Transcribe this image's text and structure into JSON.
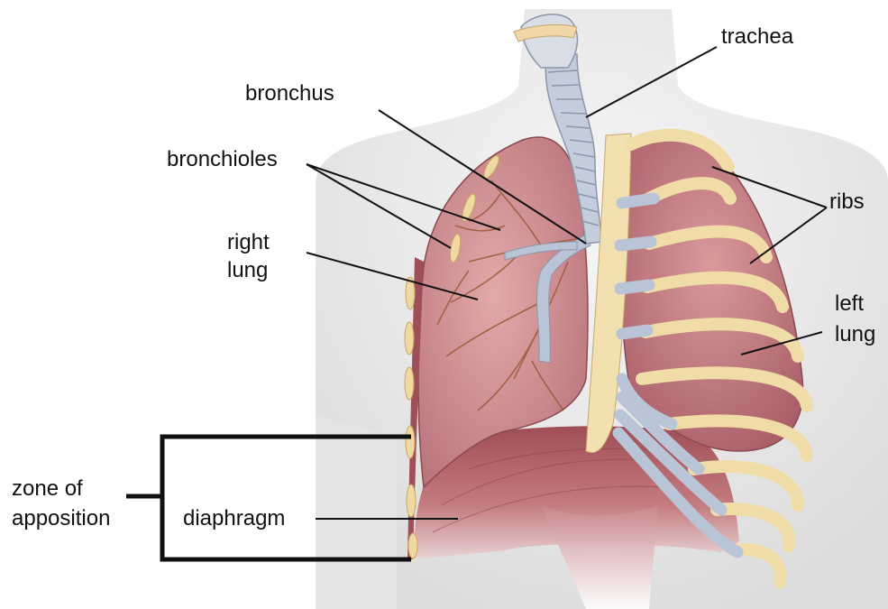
{
  "labels": {
    "trachea": "trachea",
    "bronchus": "bronchus",
    "bronchioles": "bronchioles",
    "right_lung_1": "right",
    "right_lung_2": "lung",
    "ribs": "ribs",
    "left_lung_1": "left",
    "left_lung_2": "lung",
    "zone_1": "zone of",
    "zone_2": "apposition",
    "diaphragm": "diaphragm"
  },
  "colors": {
    "body": "#ebebeb",
    "lung": "#c9858a",
    "lung_dark": "#a65a60",
    "muscle": "#b5616a",
    "cartilage": "#b9c4d6",
    "rib_bone": "#f1dda8",
    "line": "#111111"
  }
}
